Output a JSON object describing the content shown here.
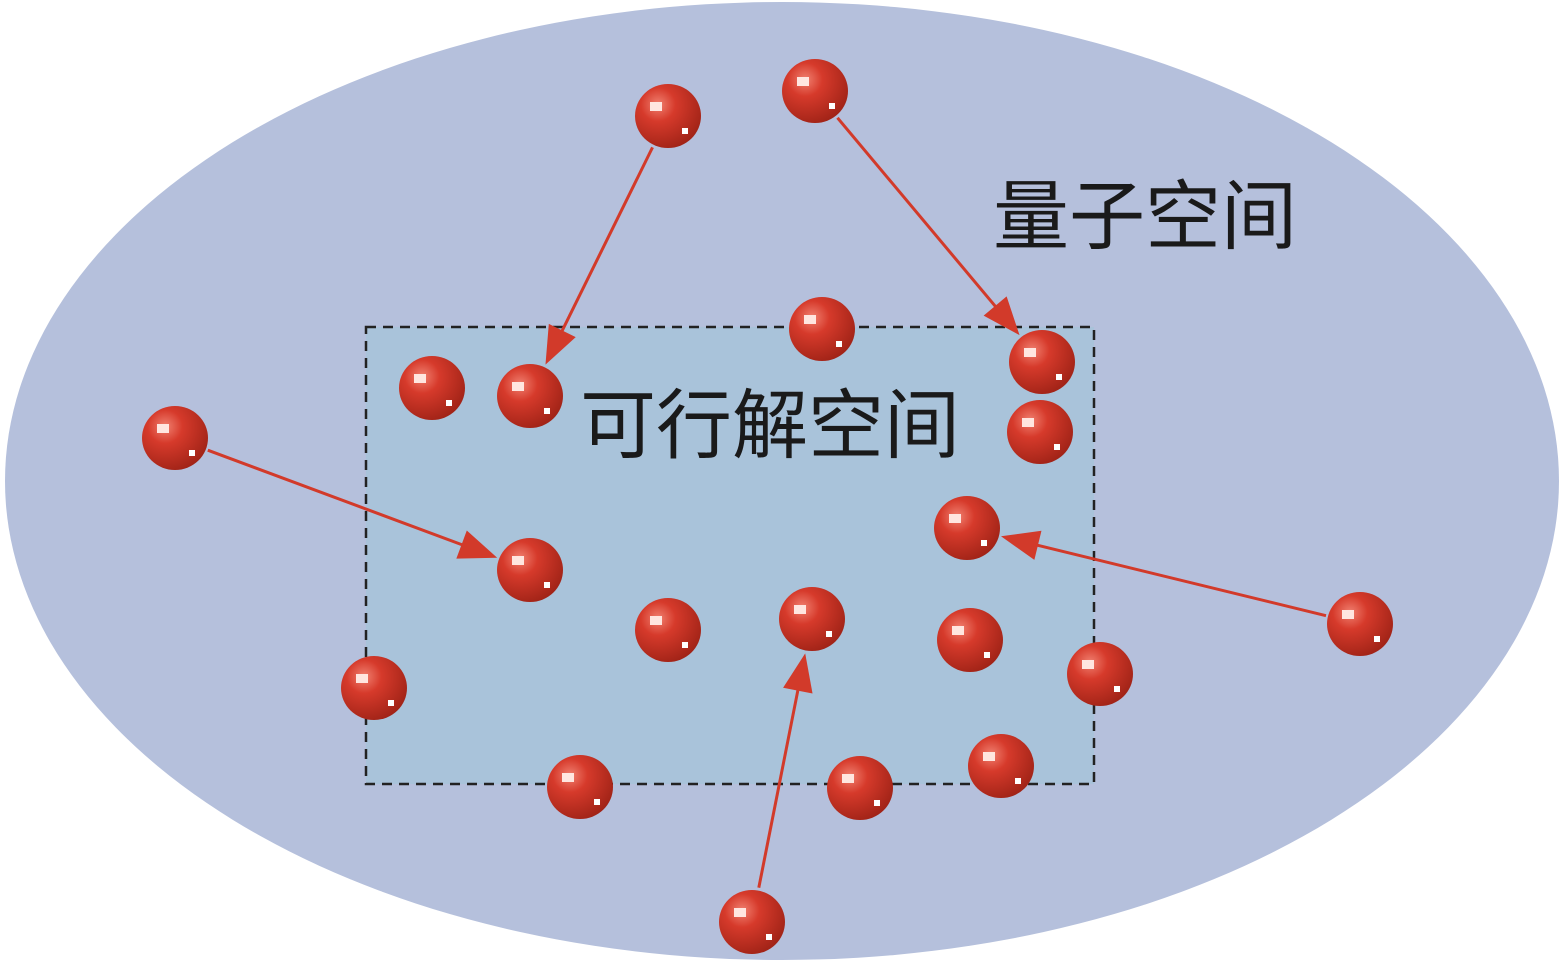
{
  "labels": {
    "outer_space": "量子空间",
    "feasible_space": "可行解空间"
  },
  "colors": {
    "outer_fill": "#b5c0dc",
    "inner_fill": "#a9c3da",
    "particle": "#cf3a2c",
    "particle_dark": "#a02418",
    "arrow": "#d23a2a",
    "dash": "#222222"
  },
  "particles": [
    {
      "id": "p1",
      "role": "outside"
    },
    {
      "id": "p2",
      "role": "outside"
    },
    {
      "id": "p3",
      "role": "outside"
    },
    {
      "id": "p4",
      "role": "outside"
    },
    {
      "id": "p5",
      "role": "outside"
    },
    {
      "id": "p6",
      "role": "inside"
    },
    {
      "id": "p7",
      "role": "inside"
    },
    {
      "id": "p8",
      "role": "inside"
    },
    {
      "id": "p9",
      "role": "inside"
    },
    {
      "id": "p10",
      "role": "inside"
    },
    {
      "id": "p11",
      "role": "inside"
    },
    {
      "id": "p12",
      "role": "inside"
    },
    {
      "id": "p13",
      "role": "inside"
    },
    {
      "id": "p14",
      "role": "inside"
    },
    {
      "id": "p15",
      "role": "inside"
    },
    {
      "id": "p16",
      "role": "inside"
    },
    {
      "id": "p17",
      "role": "inside"
    },
    {
      "id": "p18",
      "role": "inside"
    },
    {
      "id": "p19",
      "role": "inside"
    },
    {
      "id": "p20",
      "role": "inside"
    },
    {
      "id": "p21",
      "role": "inside"
    }
  ],
  "arrows": [
    {
      "from": "p1",
      "to": "p6"
    },
    {
      "from": "p2",
      "to": "p7"
    },
    {
      "from": "p3",
      "to": "p8"
    },
    {
      "from": "p4",
      "to": "p9"
    },
    {
      "from": "p5",
      "to": "p10"
    }
  ]
}
